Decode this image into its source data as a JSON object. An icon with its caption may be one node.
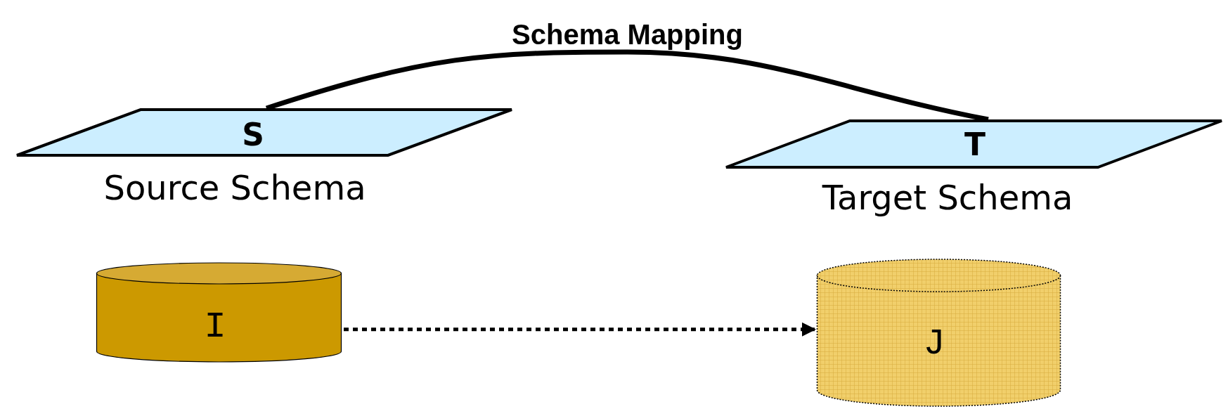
{
  "diagram": {
    "nodes": [
      {
        "text": [
          "S",
          "Source Schema"
        ]
      },
      {
        "text": [
          "T",
          "Target Schema"
        ]
      },
      {
        "text": [
          "I"
        ]
      },
      {
        "text": [
          "J"
        ]
      }
    ],
    "edges": [
      {
        "from": 0,
        "to": 1,
        "arrow": "none",
        "label": "Schema Mapping"
      },
      {
        "from": 2,
        "to": 3,
        "arrow": "to",
        "style": "dashed"
      }
    ]
  }
}
